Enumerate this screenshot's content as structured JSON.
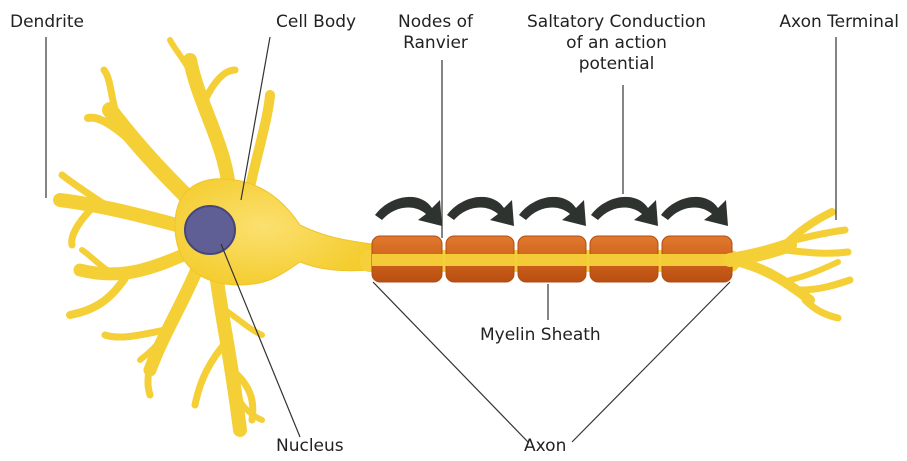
{
  "labels": {
    "dendrite": "Dendrite",
    "cell_body": "Cell Body",
    "nodes_of_ranvier": "Nodes of\nRanvier",
    "saltatory_conduction": "Saltatory Conduction\nof an action\npotential",
    "axon_terminal": "Axon Terminal",
    "myelin_sheath": "Myelin Sheath",
    "nucleus": "Nucleus",
    "axon": "Axon"
  },
  "colors": {
    "neuron": "#f7d23a",
    "neuron_edge": "#e8b820",
    "myelin": "#d6651c",
    "myelin_edge": "#b84f10",
    "nucleus": "#5f5f96",
    "nucleus_edge": "#3f3f70",
    "arrow": "#2f3330",
    "leader_line": "#333333"
  }
}
